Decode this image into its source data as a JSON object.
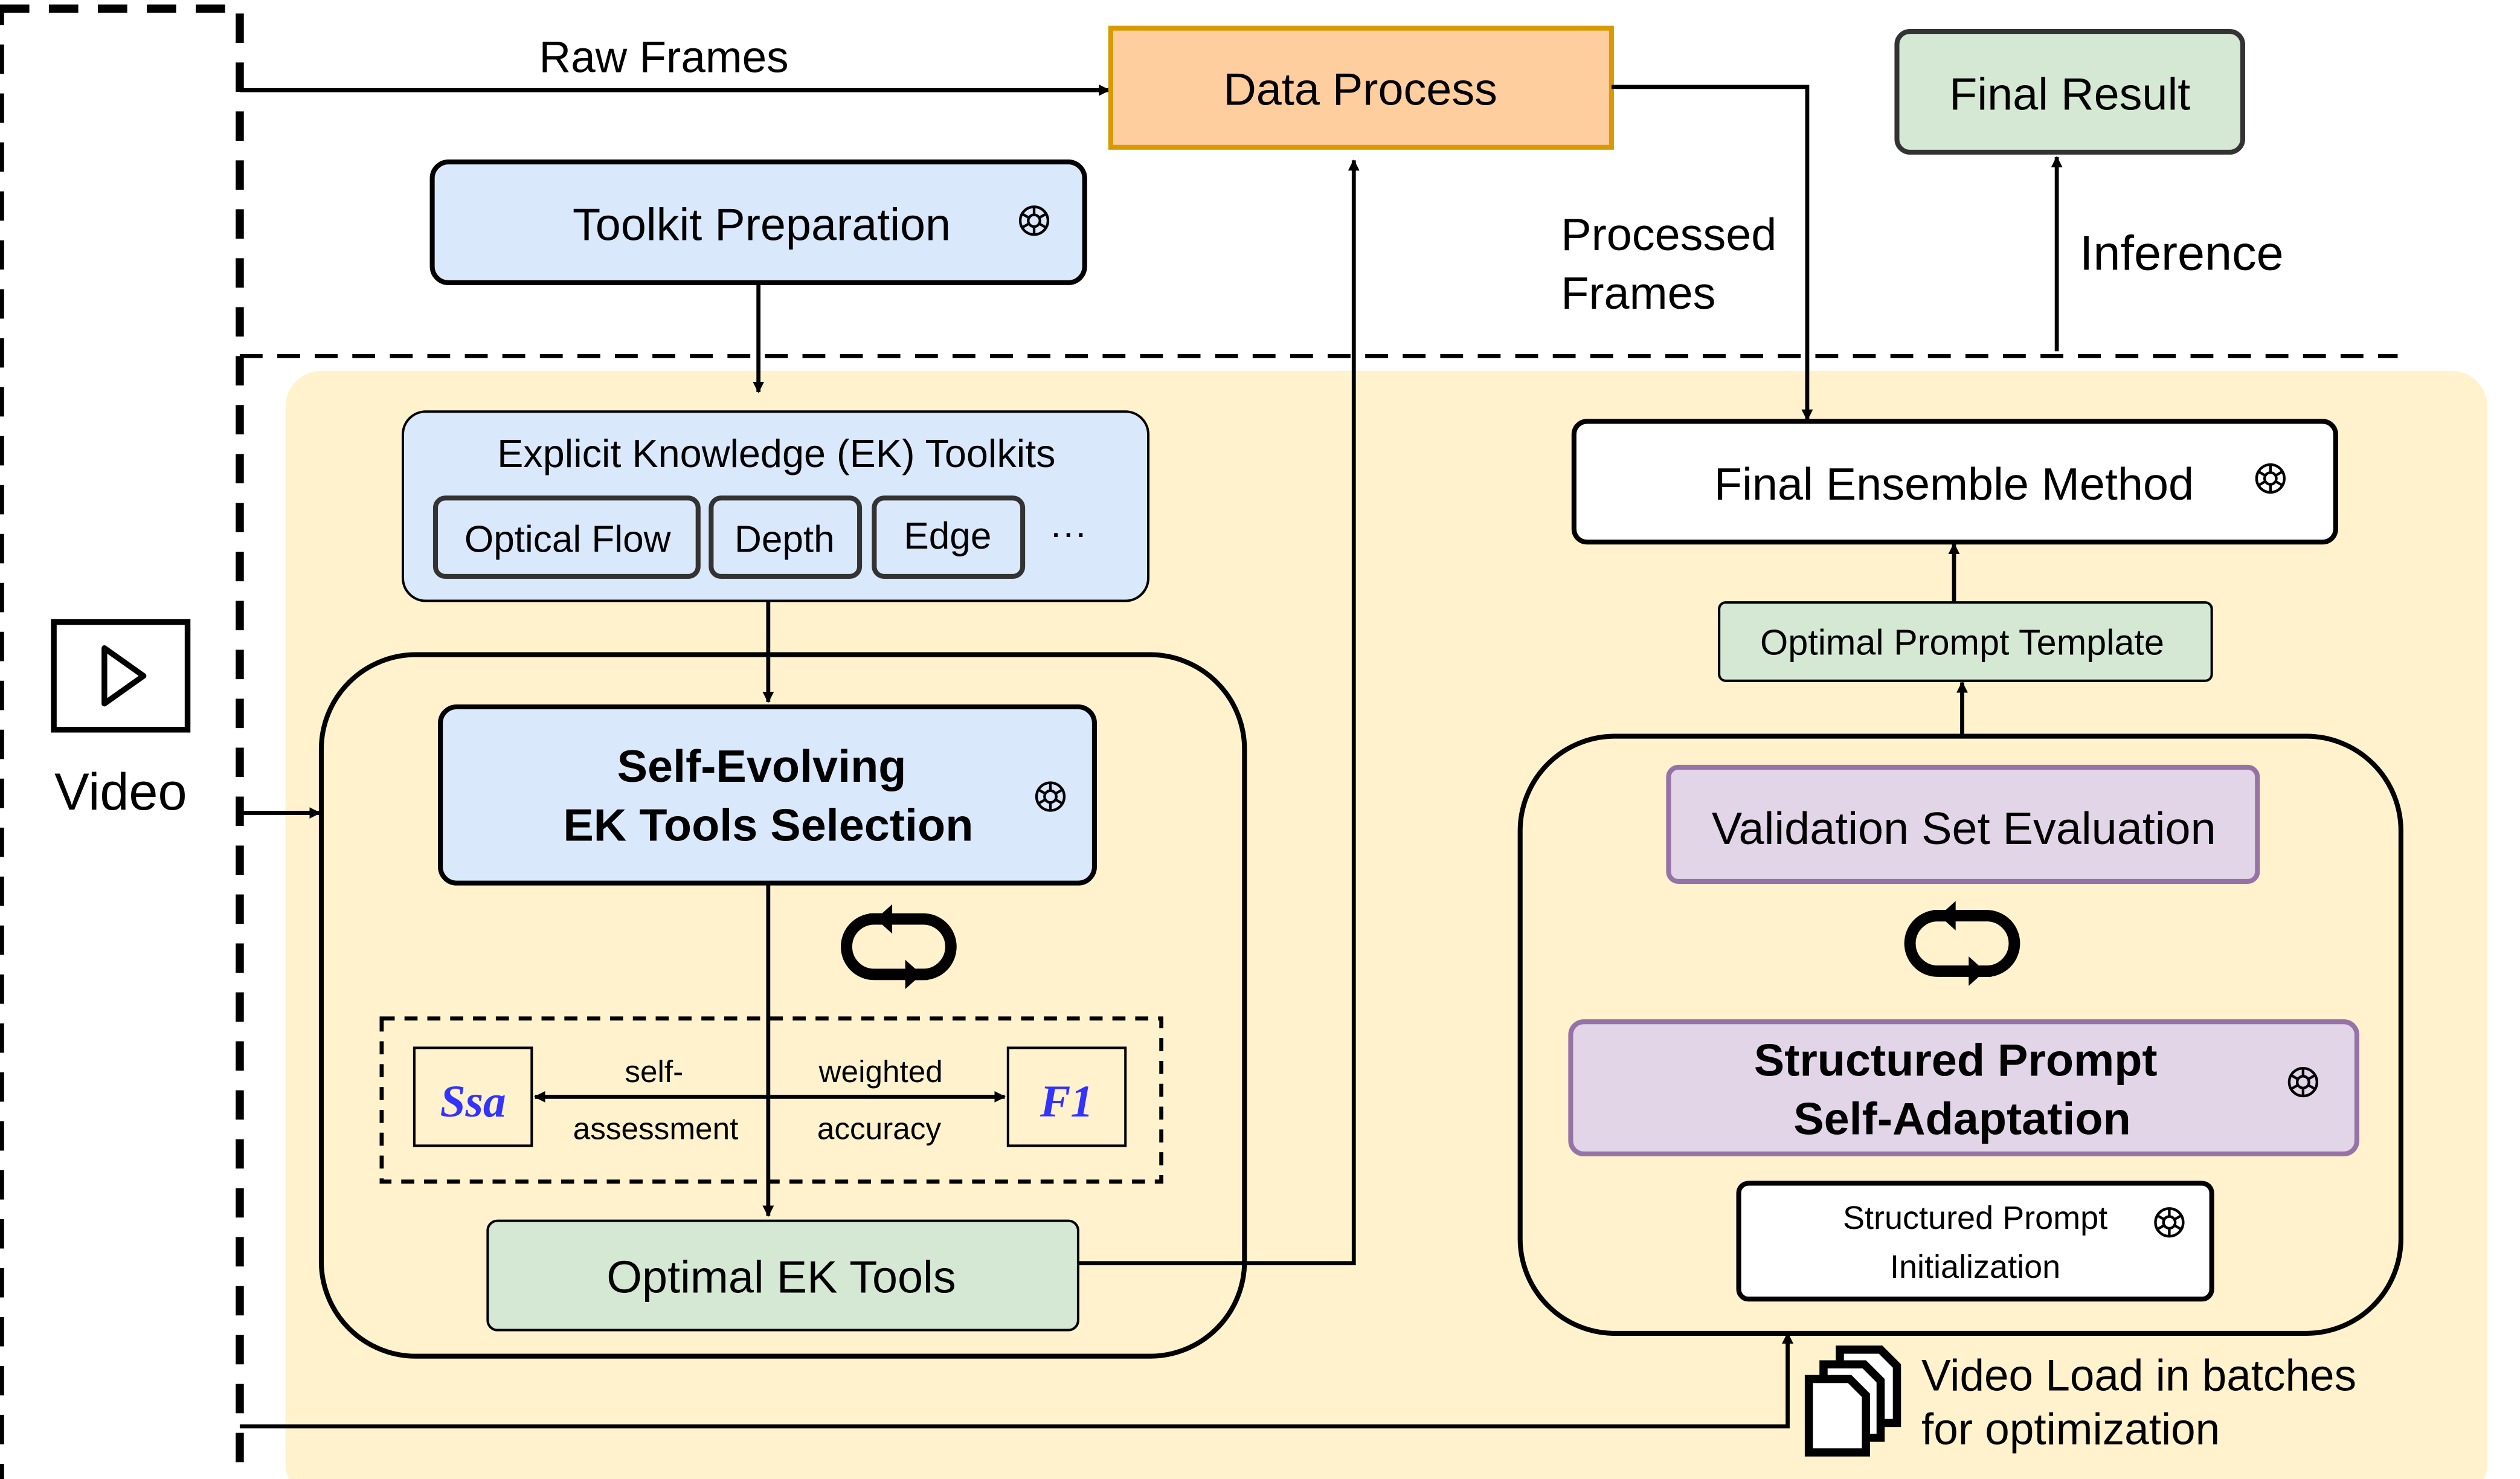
{
  "video": {
    "label": "Video"
  },
  "edges": {
    "raw_frames": "Raw Frames",
    "processed_frames_line1": "Processed",
    "processed_frames_line2": "Frames",
    "inference": "Inference"
  },
  "nodes": {
    "data_process": "Data Process",
    "final_result": "Final Result",
    "toolkit_preparation": "Toolkit Preparation",
    "ek_toolkits": {
      "title": "Explicit Knowledge (EK) Toolkits",
      "items": [
        "Optical Flow",
        "Depth",
        "Edge"
      ],
      "more": "···"
    },
    "self_evolving_line1": "Self-Evolving",
    "self_evolving_line2": "EK Tools Selection",
    "ssa": "Ssa",
    "f1": "F1",
    "self_assessment_line1": "self-",
    "self_assessment_line2": "assessment",
    "weighted_accuracy_line1": "weighted",
    "weighted_accuracy_line2": "accuracy",
    "optimal_ek_tools": "Optimal EK Tools",
    "final_ensemble": "Final Ensemble Method",
    "optimal_prompt_template": "Optimal Prompt Template",
    "validation_set": "Validation Set Evaluation",
    "structured_prompt_line1": "Structured Prompt",
    "structured_prompt_line2": "Self-Adaptation",
    "init_line1": "Structured Prompt",
    "init_line2": "Initialization",
    "video_load_line1": "Video Load in batches",
    "video_load_line2": "for optimization"
  },
  "colors": {
    "main_panel": "#FFF2CC",
    "blue_box": "#DAE8FC",
    "orange_box": "#FFCE9F",
    "orange_border": "#D79B00",
    "green_box": "#D5E8D4",
    "purple_box": "#E1D5E7",
    "purple_border": "#9673A6",
    "score_text": "#3333FF"
  },
  "icons": [
    "openai-logo-icon",
    "cycle-arrows-icon",
    "play-icon",
    "documents-icon"
  ]
}
